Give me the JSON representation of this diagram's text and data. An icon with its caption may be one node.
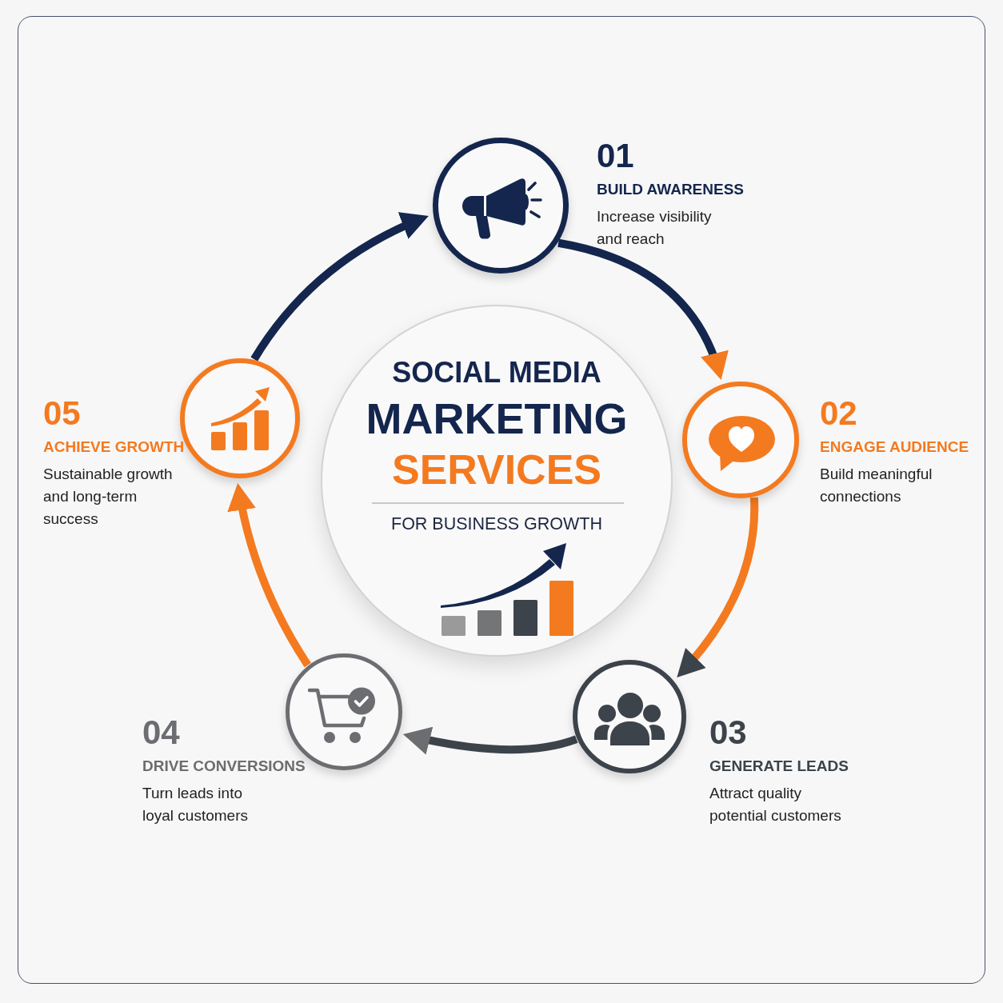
{
  "diagram": {
    "nodes": [
      {
        "text": [
          "SOCIAL MEDIA",
          "MARKETING",
          "SERVICES",
          "FOR BUSINESS GROWTH"
        ]
      },
      {
        "text": [
          "01",
          "BUILD AWARENESS",
          "Increase visibility and reach"
        ]
      },
      {
        "text": [
          "02",
          "ENGAGE AUDIENCE",
          "Build meaningful connections"
        ]
      },
      {
        "text": [
          "03",
          "GENERATE LEADS",
          "Attract quality potential customers"
        ]
      },
      {
        "text": [
          "04",
          "DRIVE CONVERSIONS",
          "Turn leads into loyal customers"
        ]
      },
      {
        "text": [
          "05",
          "ACHIEVE GROWTH",
          "Sustainable growth and long-term success"
        ]
      }
    ],
    "edges": [
      {
        "from": 1,
        "to": 2,
        "arrow": "to",
        "color": "#14264d"
      },
      {
        "from": 2,
        "to": 3,
        "arrow": "to",
        "color": "#f47a20"
      },
      {
        "from": 3,
        "to": 4,
        "arrow": "to",
        "color": "#3d434a"
      },
      {
        "from": 4,
        "to": 5,
        "arrow": "to",
        "color": "#f47a20"
      },
      {
        "from": 5,
        "to": 1,
        "arrow": "to",
        "color": "#14264d"
      }
    ]
  }
}
